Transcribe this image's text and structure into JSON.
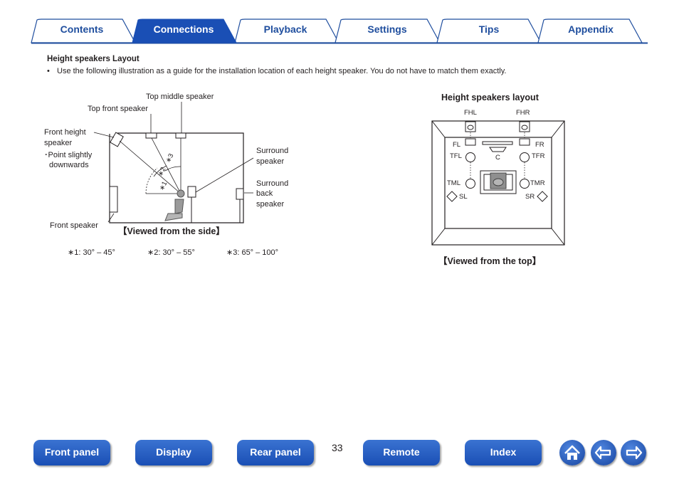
{
  "tabs": [
    {
      "label": "Contents",
      "active": false
    },
    {
      "label": "Connections",
      "active": true
    },
    {
      "label": "Playback",
      "active": false
    },
    {
      "label": "Settings",
      "active": false
    },
    {
      "label": "Tips",
      "active": false
    },
    {
      "label": "Appendix",
      "active": false
    }
  ],
  "section": {
    "heading": "Height speakers Layout",
    "bullet": "Use the following illustration as a guide for the installation location of each height speaker. You do not have to match them exactly."
  },
  "side_view": {
    "top_middle": "Top middle speaker",
    "top_front": "Top front speaker",
    "front_height_1": "Front height",
    "front_height_2": "speaker",
    "point_1": "･Point slightly",
    "point_2": "downwards",
    "surround_1": "Surround",
    "surround_2": "speaker",
    "surround_back_1": "Surround",
    "surround_back_2": "back",
    "surround_back_3": "speaker",
    "front_speaker": "Front speaker",
    "caption": "【Viewed from the side】",
    "angle_1": "∗1",
    "angle_2": "∗2",
    "angle_3": "∗3",
    "note_1": "∗1: 30° – 45°",
    "note_2": "∗2: 30° – 55°",
    "note_3": "∗3: 65° – 100°"
  },
  "top_view": {
    "title": "Height speakers layout",
    "fhl": "FHL",
    "fhr": "FHR",
    "fl": "FL",
    "fr": "FR",
    "tfl": "TFL",
    "tfr": "TFR",
    "c": "C",
    "tml": "TML",
    "tmr": "TMR",
    "sl": "SL",
    "sr": "SR",
    "caption": "【Viewed from the top】"
  },
  "footer": {
    "front_panel": "Front panel",
    "display": "Display",
    "rear_panel": "Rear panel",
    "page_number": "33",
    "remote": "Remote",
    "index": "Index"
  },
  "icons": {
    "home": "home-icon",
    "back": "arrow-left-icon",
    "forward": "arrow-right-icon"
  },
  "colors": {
    "accent": "#1f4e9e",
    "tab_active": "#1a4fb5",
    "button": "#2a62c8"
  }
}
